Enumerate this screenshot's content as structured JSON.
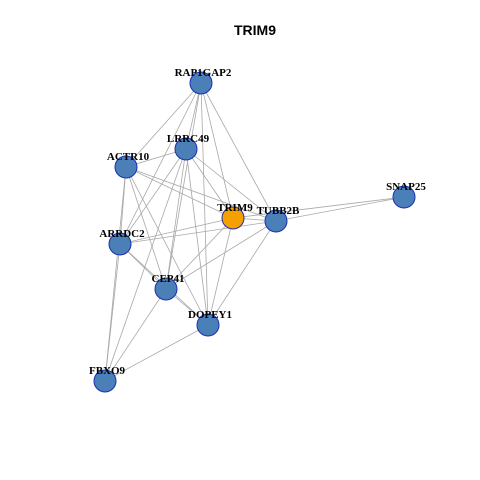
{
  "title": "TRIM9",
  "colors": {
    "default_node": "#4a7fb8",
    "highlight_node": "#f5a000",
    "node_border": "#1a2fb0",
    "edge": "#a8a8a8"
  },
  "nodes": [
    {
      "id": "RAP1GAP2",
      "label": "RAP1GAP2",
      "highlight": false
    },
    {
      "id": "LRRC49",
      "label": "LRRC49",
      "highlight": false
    },
    {
      "id": "ACTR10",
      "label": "ACTR10",
      "highlight": false
    },
    {
      "id": "TRIM9",
      "label": "TRIM9",
      "highlight": true
    },
    {
      "id": "TUBB2B",
      "label": "TUBB2B",
      "highlight": false
    },
    {
      "id": "SNAP25",
      "label": "SNAP25",
      "highlight": false
    },
    {
      "id": "ARRDC2",
      "label": "ARRDC2",
      "highlight": false
    },
    {
      "id": "CEP41",
      "label": "CEP41",
      "highlight": false
    },
    {
      "id": "DOPEY1",
      "label": "DOPEY1",
      "highlight": false
    },
    {
      "id": "FBXO9",
      "label": "FBXO9",
      "highlight": false
    }
  ],
  "edges": [
    [
      "RAP1GAP2",
      "LRRC49"
    ],
    [
      "RAP1GAP2",
      "ACTR10"
    ],
    [
      "RAP1GAP2",
      "TRIM9"
    ],
    [
      "RAP1GAP2",
      "TUBB2B"
    ],
    [
      "RAP1GAP2",
      "ARRDC2"
    ],
    [
      "RAP1GAP2",
      "CEP41"
    ],
    [
      "RAP1GAP2",
      "DOPEY1"
    ],
    [
      "LRRC49",
      "ACTR10"
    ],
    [
      "LRRC49",
      "TRIM9"
    ],
    [
      "LRRC49",
      "TUBB2B"
    ],
    [
      "LRRC49",
      "ARRDC2"
    ],
    [
      "LRRC49",
      "CEP41"
    ],
    [
      "LRRC49",
      "DOPEY1"
    ],
    [
      "LRRC49",
      "FBXO9"
    ],
    [
      "ACTR10",
      "TRIM9"
    ],
    [
      "ACTR10",
      "TUBB2B"
    ],
    [
      "ACTR10",
      "ARRDC2"
    ],
    [
      "ACTR10",
      "CEP41"
    ],
    [
      "ACTR10",
      "DOPEY1"
    ],
    [
      "ACTR10",
      "FBXO9"
    ],
    [
      "TRIM9",
      "TUBB2B"
    ],
    [
      "TRIM9",
      "SNAP25"
    ],
    [
      "TRIM9",
      "ARRDC2"
    ],
    [
      "TRIM9",
      "CEP41"
    ],
    [
      "TRIM9",
      "DOPEY1"
    ],
    [
      "TUBB2B",
      "SNAP25"
    ],
    [
      "TUBB2B",
      "ARRDC2"
    ],
    [
      "TUBB2B",
      "CEP41"
    ],
    [
      "TUBB2B",
      "DOPEY1"
    ],
    [
      "ARRDC2",
      "CEP41"
    ],
    [
      "ARRDC2",
      "DOPEY1"
    ],
    [
      "ARRDC2",
      "FBXO9"
    ],
    [
      "CEP41",
      "DOPEY1"
    ],
    [
      "CEP41",
      "FBXO9"
    ],
    [
      "DOPEY1",
      "FBXO9"
    ]
  ]
}
